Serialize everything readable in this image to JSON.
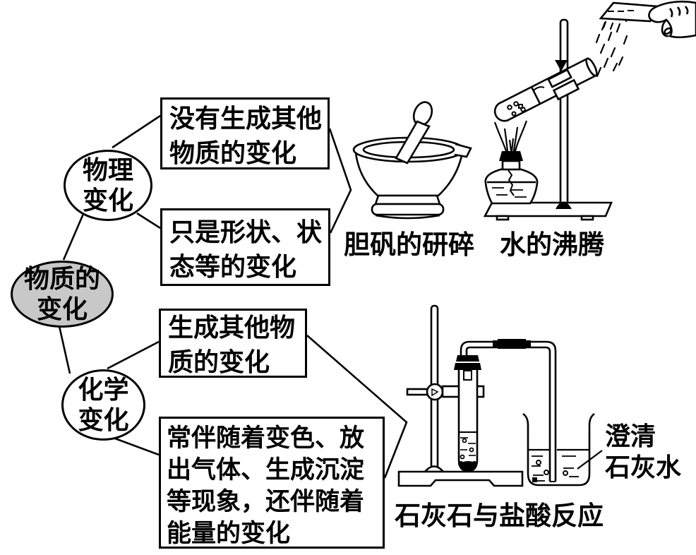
{
  "root": {
    "line1": "物质的",
    "line2": "变化"
  },
  "physical": {
    "node": {
      "line1": "物理",
      "line2": "变化"
    },
    "box_definition": {
      "line1": "没有生成其他",
      "line2": "物质的变化"
    },
    "box_feature": {
      "line1": "只是形状、状",
      "line2": "态等的变化"
    },
    "caption_mortar": "胆矾的研碎",
    "caption_boiling": "水的沸腾"
  },
  "chemical": {
    "node": {
      "line1": "化学",
      "line2": "变化"
    },
    "box_definition": {
      "line1": "生成其他物",
      "line2": "质的变化"
    },
    "box_feature": {
      "line1": "常伴随着变色、放",
      "line2": "出气体、生成沉淀",
      "line3": "等现象，还伴随着",
      "line4": "能量的变化"
    },
    "caption_reaction": "石灰石与盐酸反应",
    "annotation_limewater": {
      "line1": "澄清",
      "line2": "石灰水"
    }
  },
  "colors": {
    "root_fill": "#c8c8c8",
    "ink": "#000000",
    "paper": "#ffffff"
  }
}
